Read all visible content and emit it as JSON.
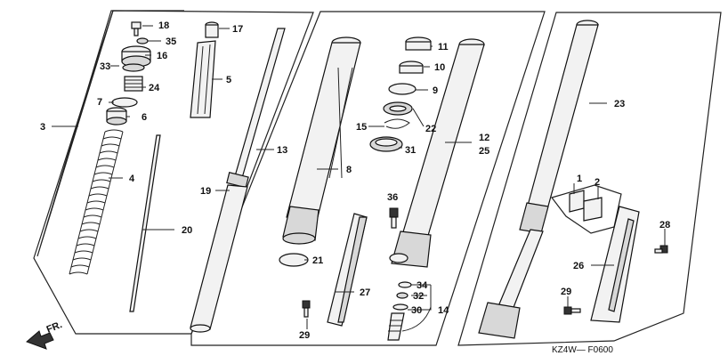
{
  "diagram_code": "KZ4W— F0600",
  "direction_label": "FR.",
  "callouts": {
    "c1": "1",
    "c2": "2",
    "c3": "3",
    "c4": "4",
    "c5": "5",
    "c6": "6",
    "c7": "7",
    "c8": "8",
    "c9": "9",
    "c10": "10",
    "c11": "11",
    "c12": "12",
    "c13": "13",
    "c14": "14",
    "c15": "15",
    "c16": "16",
    "c17": "17",
    "c18": "18",
    "c19": "19",
    "c20": "20",
    "c21": "21",
    "c22": "22",
    "c23": "23",
    "c24": "24",
    "c25": "25",
    "c26": "26",
    "c27": "27",
    "c28": "28",
    "c29a": "29",
    "c29b": "29",
    "c30": "30",
    "c31": "31",
    "c32": "32",
    "c33": "33",
    "c34": "34",
    "c35": "35",
    "c36": "36"
  }
}
